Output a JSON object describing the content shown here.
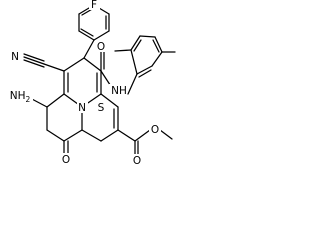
{
  "molecule": {
    "labels": {
      "F": "F",
      "N_nitrile": "N",
      "NH_amide": "NH",
      "O_amide": "O",
      "NH2": "NH",
      "NH2_subscript": "2",
      "N_ring": "N",
      "S_ring": "S",
      "O_keto": "O",
      "O_ester_carbonyl": "O",
      "O_ester": "O"
    },
    "colors": {
      "ink": "#000000",
      "background": "#ffffff"
    }
  }
}
